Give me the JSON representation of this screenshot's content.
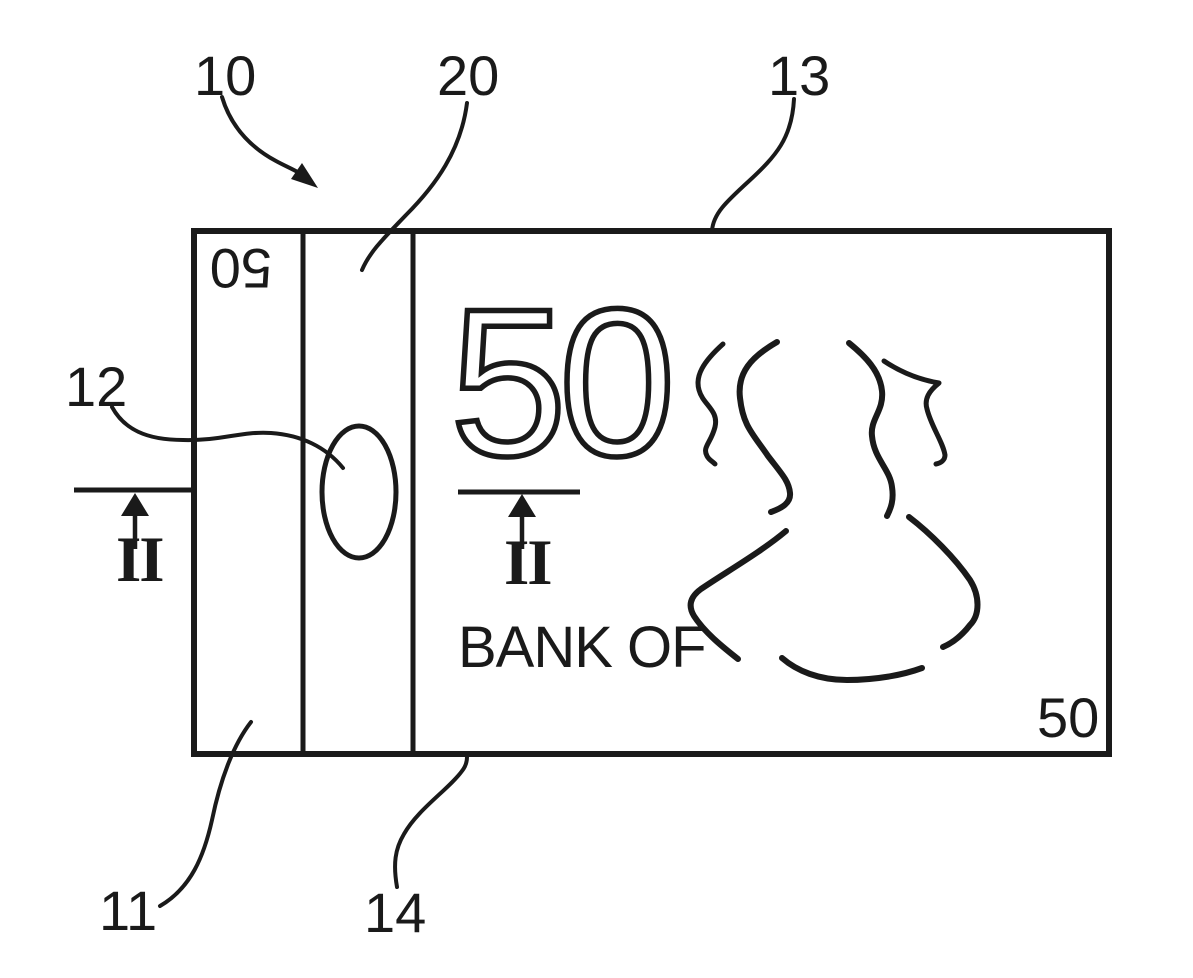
{
  "figure": {
    "background": "#ffffff",
    "ink": "#1a1a1a",
    "reference_numerals": {
      "r10": "10",
      "r20": "20",
      "r13": "13",
      "r12": "12",
      "r11": "11",
      "r14": "14"
    },
    "section_indicators": {
      "left": "II",
      "middle": "II"
    },
    "banknote": {
      "top_left_inverted_value": "50",
      "large_outline_value": "50",
      "issuer_text": "BANK OF",
      "bottom_right_value": "50"
    }
  }
}
